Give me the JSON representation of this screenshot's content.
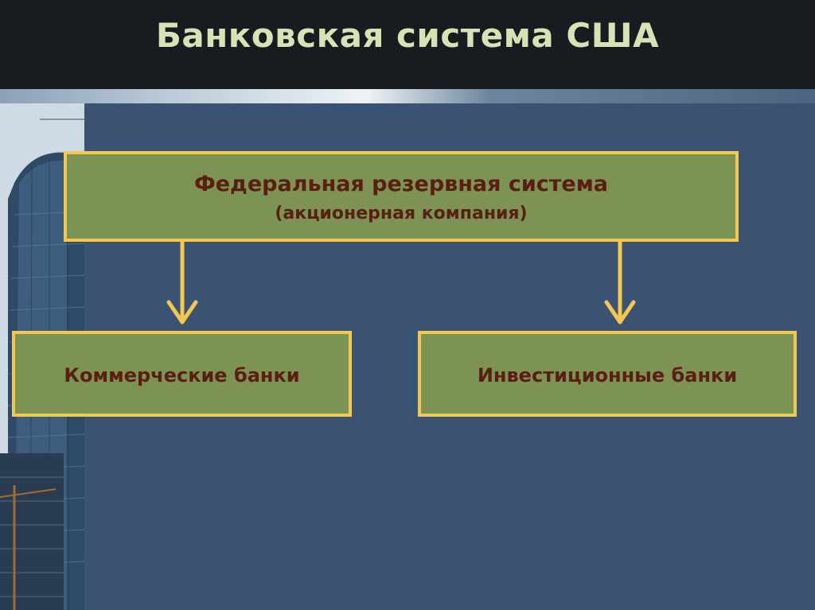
{
  "slide": {
    "title": "Банковская система США"
  },
  "diagram": {
    "top_box": {
      "line1": "Федеральная резервная система",
      "line2": "(акционерная компания)"
    },
    "left_box": {
      "label": "Коммерческие банки"
    },
    "right_box": {
      "label": "Инвестиционные банки"
    }
  },
  "colors": {
    "background": "#3b5373",
    "header": "#1a1d21",
    "title_text": "#d4e4b4",
    "box_fill": "#7d9353",
    "box_border": "#f2c851",
    "box_text": "#5a1e12",
    "arrow": "#f2c851"
  }
}
